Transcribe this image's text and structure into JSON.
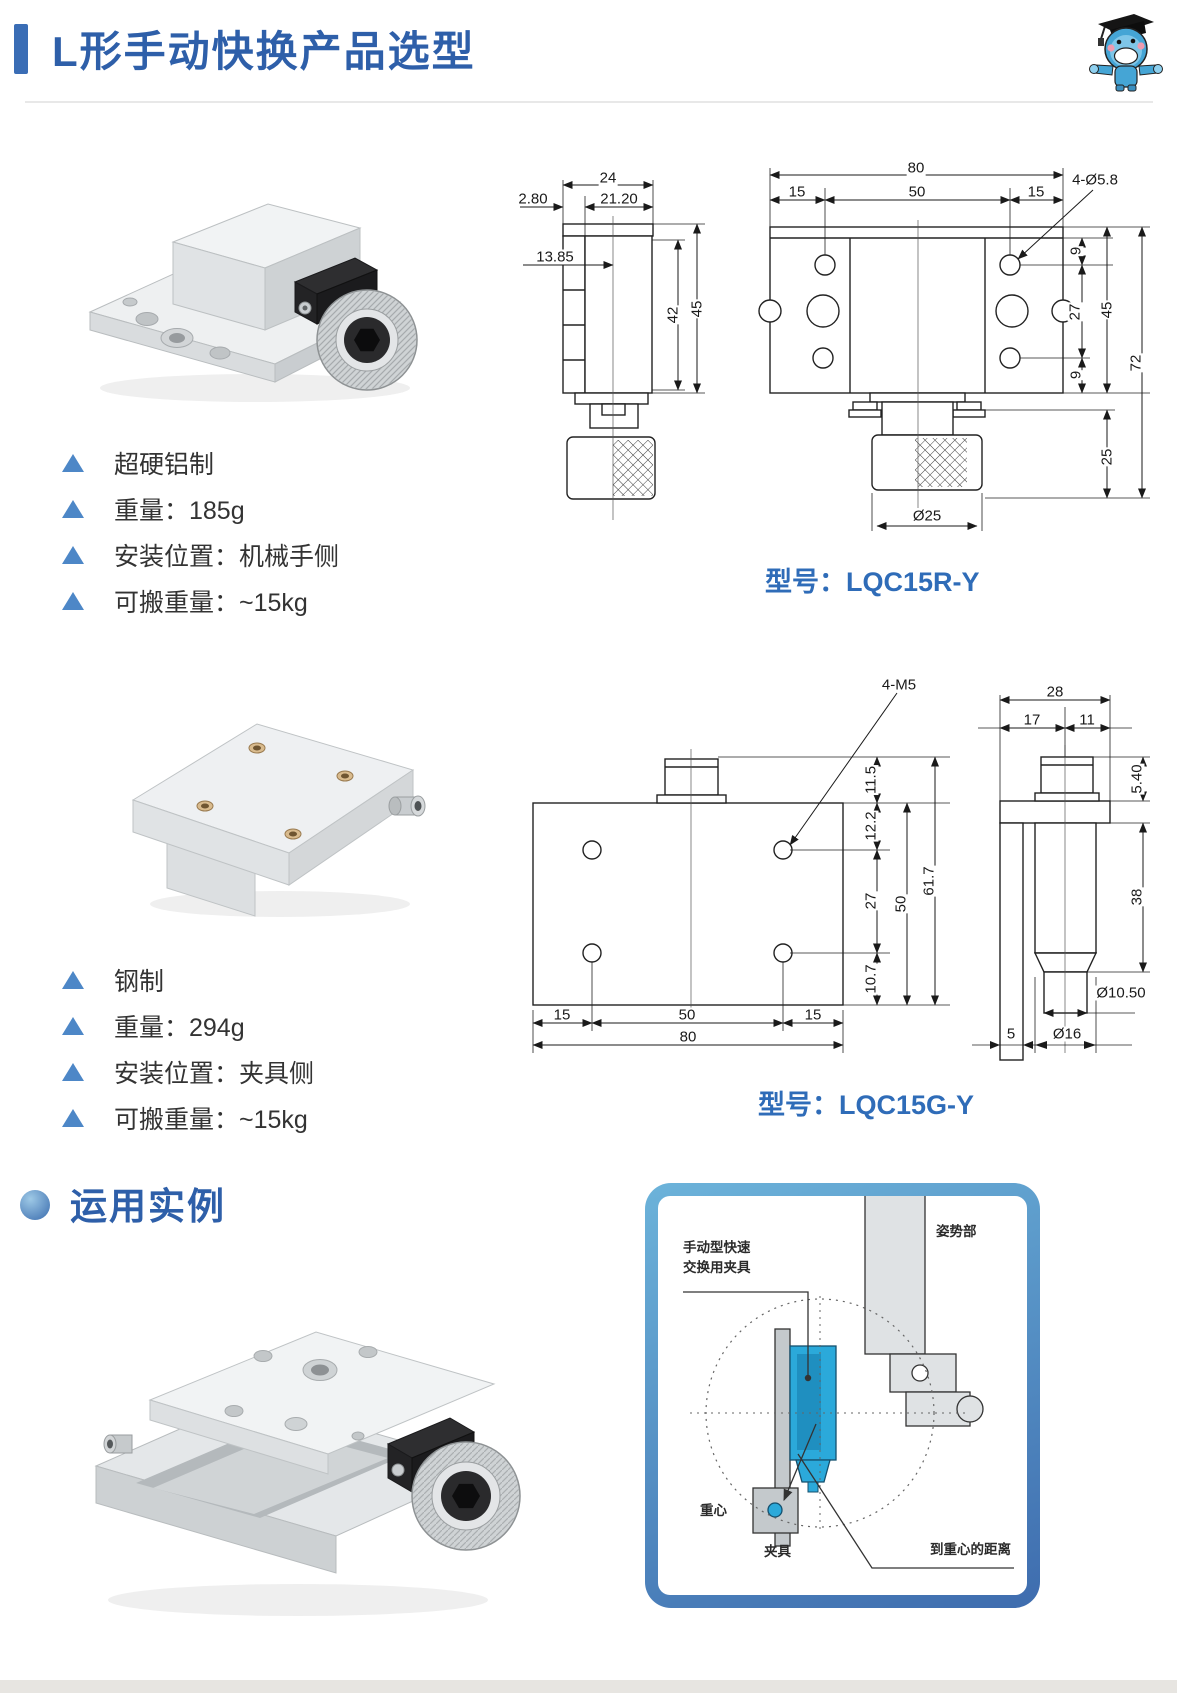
{
  "header": {
    "title": "L形手动快换产品选型"
  },
  "products": [
    {
      "specs": [
        "超硬铝制",
        "重量：185g",
        "安装位置：机械手侧",
        "可搬重量：~15kg"
      ],
      "model": "型号：LQC15R-Y"
    },
    {
      "specs": [
        "钢制",
        "重量：294g",
        "安装位置：夹具侧",
        "可搬重量：~15kg"
      ],
      "model": "型号：LQC15G-Y"
    }
  ],
  "drawing1": {
    "dims": {
      "w24": "24",
      "w2120": "21.20",
      "w280": "2.80",
      "w1385": "13.85",
      "h42": "42",
      "h45s": "45",
      "w80": "80",
      "w15l": "15",
      "w50": "50",
      "w15r": "15",
      "hole": "4-Ø5.8",
      "h9t": "9",
      "h27": "27",
      "h9b": "9",
      "h45f": "45",
      "h72": "72",
      "h25": "25",
      "dia25": "Ø25"
    }
  },
  "drawing2": {
    "dims": {
      "hole": "4-M5",
      "h115": "11.5",
      "h122": "12.2",
      "h27": "27",
      "h107": "10.7",
      "h50": "50",
      "h617": "61.7",
      "w15l": "15",
      "w50b": "50",
      "w15r": "15",
      "w80": "80",
      "w28": "28",
      "w17": "17",
      "w11": "11",
      "h540": "5.40",
      "h38": "38",
      "dia1050": "Ø10.50",
      "w5": "5",
      "dia16": "Ø16"
    }
  },
  "example": {
    "title": "运用实例",
    "labels": {
      "clamp_line1": "手动型快速",
      "clamp_line2": "交换用夹具",
      "pose": "姿势部",
      "gravity": "重心",
      "fixture": "夹具",
      "distance": "到重心的距离"
    }
  }
}
